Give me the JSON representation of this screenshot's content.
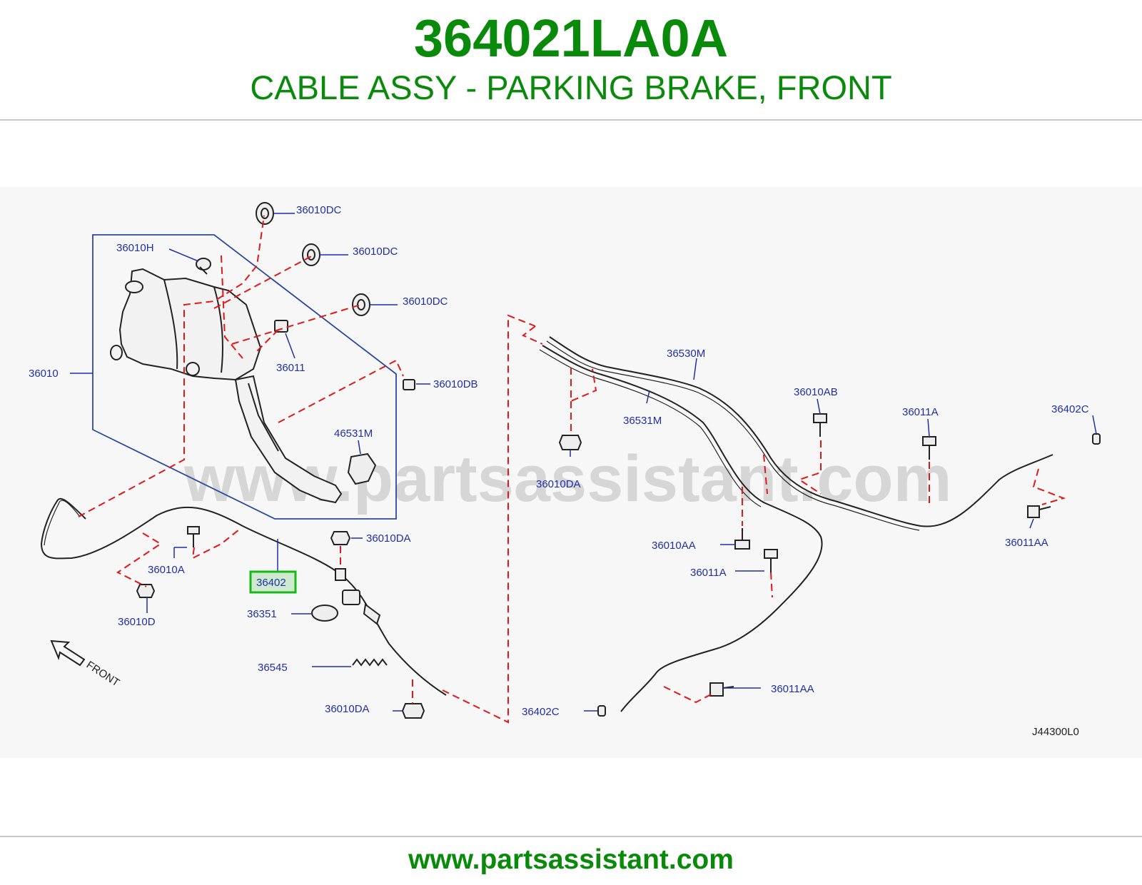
{
  "header": {
    "part_number": "364021LA0A",
    "part_name": "CABLE ASSY - PARKING BRAKE, FRONT"
  },
  "diagram": {
    "watermark": "www.partsassistant.com",
    "direction_label": "FRONT",
    "drawing_code": "J44300L0",
    "highlighted_part": "36402",
    "labels": {
      "dc_top": "36010DC",
      "dc_mid": "36010DC",
      "dc_low": "36010DC",
      "h": "36010H",
      "pedal": "36010",
      "k36011": "36011",
      "db": "36010DB",
      "k46531m": "46531M",
      "a": "36010A",
      "d": "36010D",
      "da_upper": "36010DA",
      "k36402": "36402",
      "k36351": "36351",
      "k36545": "36545",
      "da_lower": "36010DA",
      "k36530m": "36530M",
      "k36531m": "36531M",
      "da_rear": "36010DA",
      "ab": "36010AB",
      "a_rear_top": "36011A",
      "c_top": "36402C",
      "aa": "36010AA",
      "a_rear_mid": "36011A",
      "aa_right": "36011AA",
      "aa_bottom": "36011AA",
      "c_bottom": "36402C"
    }
  },
  "footer": {
    "url": "www.partsassistant.com"
  },
  "colors": {
    "brand_green": "#0a8a0a",
    "label_blue": "#1f2fa8",
    "dashed_red": "#e01818",
    "outline_blue": "#2b4a9c",
    "highlight_green": "#18b818",
    "highlight_fill": "#cfe9cf"
  }
}
